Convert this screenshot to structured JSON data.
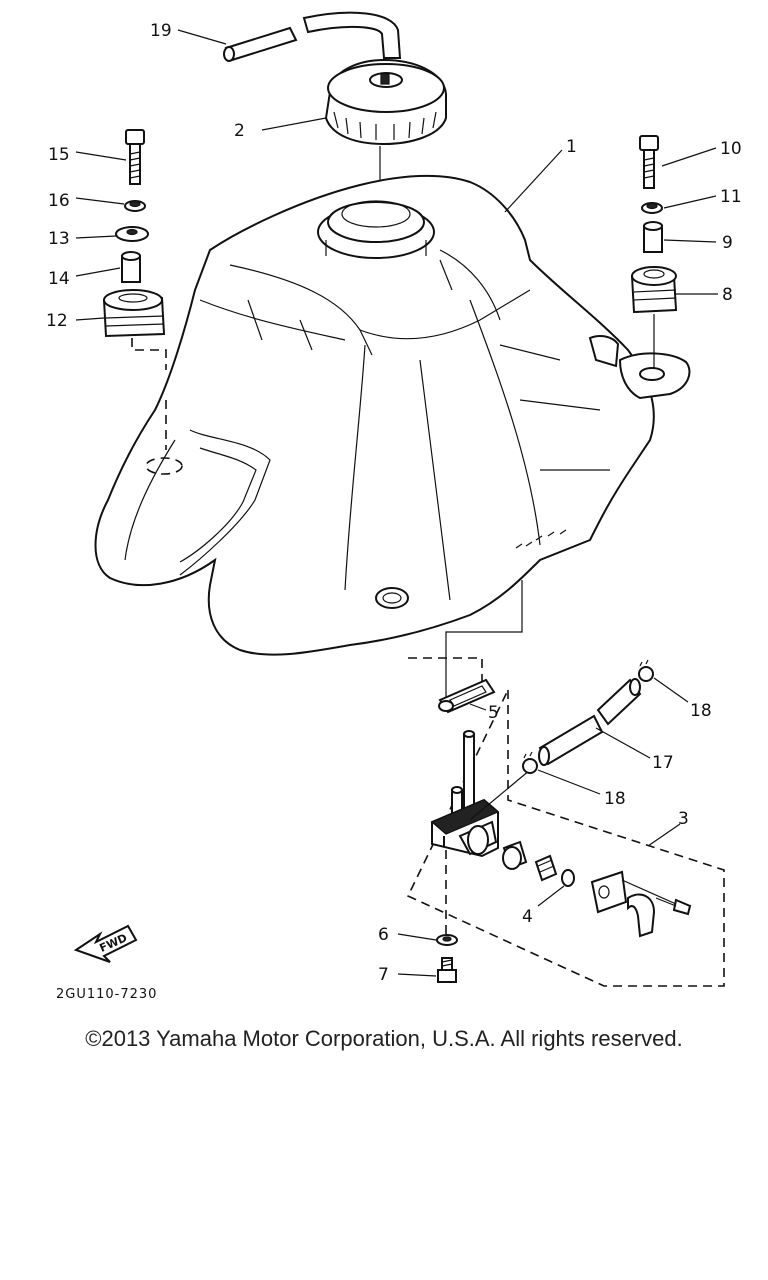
{
  "diagram": {
    "part_code": "2GU110-7230",
    "fwd_label": "FWD",
    "callouts": {
      "c1": "1",
      "c2": "2",
      "c3": "3",
      "c4": "4",
      "c5": "5",
      "c6": "6",
      "c7": "7",
      "c8": "8",
      "c9": "9",
      "c10": "10",
      "c11": "11",
      "c12": "12",
      "c13": "13",
      "c14": "14",
      "c15": "15",
      "c16": "16",
      "c17": "17",
      "c18a": "18",
      "c18b": "18",
      "c19": "19"
    }
  },
  "footer": {
    "copyright": "©2013 Yamaha Motor Corporation, U.S.A. All rights reserved."
  }
}
